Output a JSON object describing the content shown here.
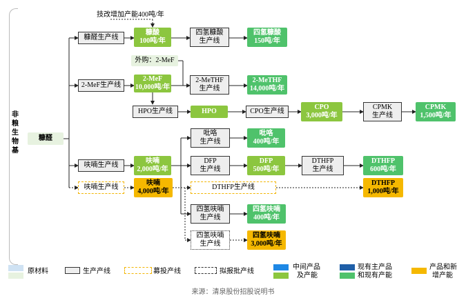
{
  "side_label": "非粮生物基",
  "raw": "糠醛",
  "notes": {
    "expand": "技改增加产能400吨/年",
    "purchase": "外购：2-MeF"
  },
  "rows": {
    "furfuryl": {
      "line": "糠醛生产线",
      "mid": [
        "糠酸",
        "100吨/年"
      ],
      "line2": [
        "四氢糠酸",
        "生产线"
      ],
      "prod": [
        "四氢糠酸",
        "150吨/年"
      ]
    },
    "mef": {
      "line": "2-MeF生产线",
      "mid": [
        "2-MeF",
        "10,000吨/年"
      ],
      "line2": [
        "2-MeTHF",
        "生产线"
      ],
      "prod": [
        "2-MeTHF",
        "14,000吨/年"
      ]
    },
    "hpo": {
      "line": "HPO生产线",
      "mid": "HPO",
      "line2": "CPO生产线",
      "cpo": [
        "CPO",
        "3,000吨/年"
      ],
      "line3": [
        "CPMK",
        "生产线"
      ],
      "prod": [
        "CPMK",
        "1,500吨/年"
      ]
    },
    "furan": {
      "line": "呋喃生产线",
      "mid": [
        "呋喃",
        "2,000吨/年"
      ]
    },
    "furan_new": {
      "line": "呋喃生产线",
      "mid": [
        "呋喃",
        "4,000吨/年"
      ]
    },
    "pyrrole": {
      "line": [
        "吡咯",
        "生产线"
      ],
      "prod": [
        "吡咯",
        "400吨/年"
      ]
    },
    "dfp": {
      "line": [
        "DFP",
        "生产线"
      ],
      "mid": [
        "DFP",
        "500吨/年"
      ],
      "line2": [
        "DTHFP",
        "生产线"
      ],
      "prod": [
        "DTHFP",
        "600吨/年"
      ]
    },
    "dthfp_new": {
      "line": "DTHFP生产线",
      "prod": [
        "DTHFP",
        "1,000吨/年"
      ]
    },
    "thf": {
      "line": [
        "四氢呋喃",
        "生产线"
      ],
      "prod": [
        "四氢呋喃",
        "400吨/年"
      ]
    },
    "thf_new": {
      "line": [
        "四氢呋喃",
        "生产线"
      ],
      "prod": [
        "四氢呋喃",
        "3,000吨/年"
      ]
    }
  },
  "legend": {
    "raw": "原材料",
    "line": "生产产线",
    "fund": "募投产线",
    "plan": "拟报批产线",
    "mid": [
      "中间产品",
      "及产能"
    ],
    "main": [
      "现有主产品",
      "和现有产能"
    ],
    "new": [
      "产品和新",
      "增产能"
    ]
  },
  "colors": {
    "light_green": "#8cc63f",
    "green": "#4fc26b",
    "yellow": "#f5b800",
    "raw_green": "#e7f2e0",
    "blue": "#1e88e5",
    "dark_blue": "#1f5fa8"
  },
  "source": "来源：清泉股份招股说明书"
}
